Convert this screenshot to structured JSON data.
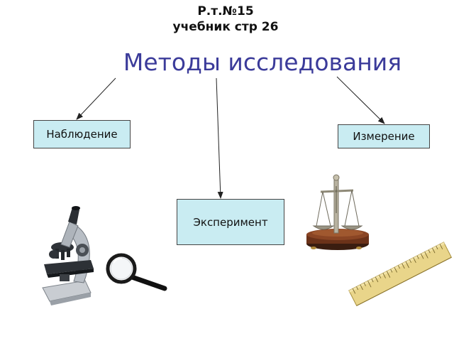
{
  "header": {
    "line1": "Р.т.№15",
    "line2": "учебник стр 26"
  },
  "diagram": {
    "title": "Методы исследования",
    "methods": {
      "observation": "Наблюдение",
      "measurement": "Измерение",
      "experiment": "Эксперимент"
    }
  },
  "colors": {
    "title": "#3b3b9a",
    "box_fill": "#c9ecf2",
    "box_border": "#444444",
    "arrow": "#222222"
  },
  "illustrations": [
    "microscope-icon",
    "magnifying-glass-icon",
    "balance-scale-icon",
    "ruler-icon"
  ]
}
